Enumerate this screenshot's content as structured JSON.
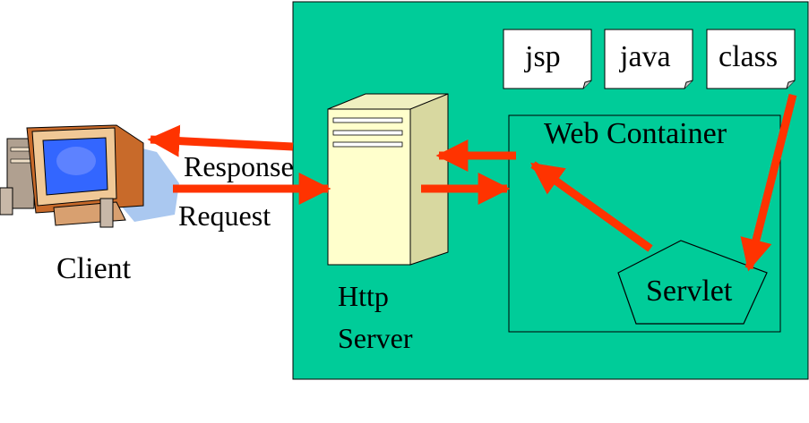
{
  "labels": {
    "client": "Client",
    "response": "Response",
    "request": "Request",
    "http_server_line1": "Http",
    "http_server_line2": "Server",
    "web_container": "Web Container",
    "servlet": "Servlet"
  },
  "files": [
    {
      "label": "jsp"
    },
    {
      "label": "java"
    },
    {
      "label": "class"
    }
  ],
  "icons": {
    "client": "desktop-computer-icon",
    "server": "server-tower-icon",
    "file": "document-icon",
    "servlet": "pentagon-shape"
  },
  "colors": {
    "server_area": "#00CC99",
    "arrow": "#FF3300",
    "server_tower": "#FFFFCC",
    "monitor_screen": "#3366FF",
    "file_bg": "#FFFFFF"
  }
}
